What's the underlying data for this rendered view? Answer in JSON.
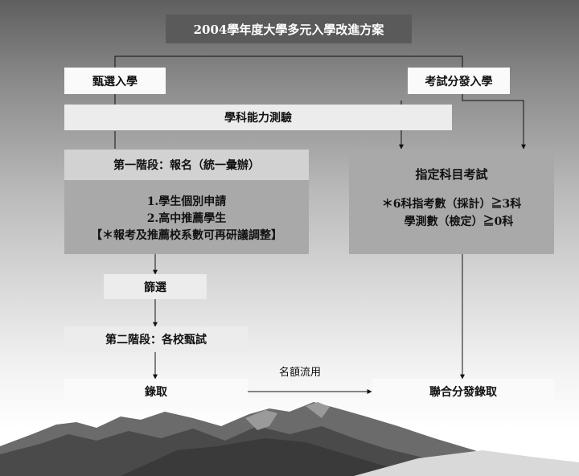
{
  "title": "2004學年度大學多元入學改進方案",
  "left_track": "甄選入學",
  "right_track": "考試分發入學",
  "test_bar": "學科能力測驗",
  "stage1": {
    "header": "第一階段：報名（統一彙辦）",
    "lines": [
      "1.學生個別申請",
      "2.高中推薦學生",
      "【＊報考及推薦校系數可再研議調整】"
    ]
  },
  "exam_box": {
    "header": "指定科目考試",
    "lines": [
      "＊6科指考數（採計）≧3科",
      "學測數（檢定）≧0科"
    ]
  },
  "screening": "篩選",
  "stage2": "第二階段：各校甄試",
  "admission": "錄取",
  "quota_flow": "名額流用",
  "joint_admission": "聯合分發錄取"
}
